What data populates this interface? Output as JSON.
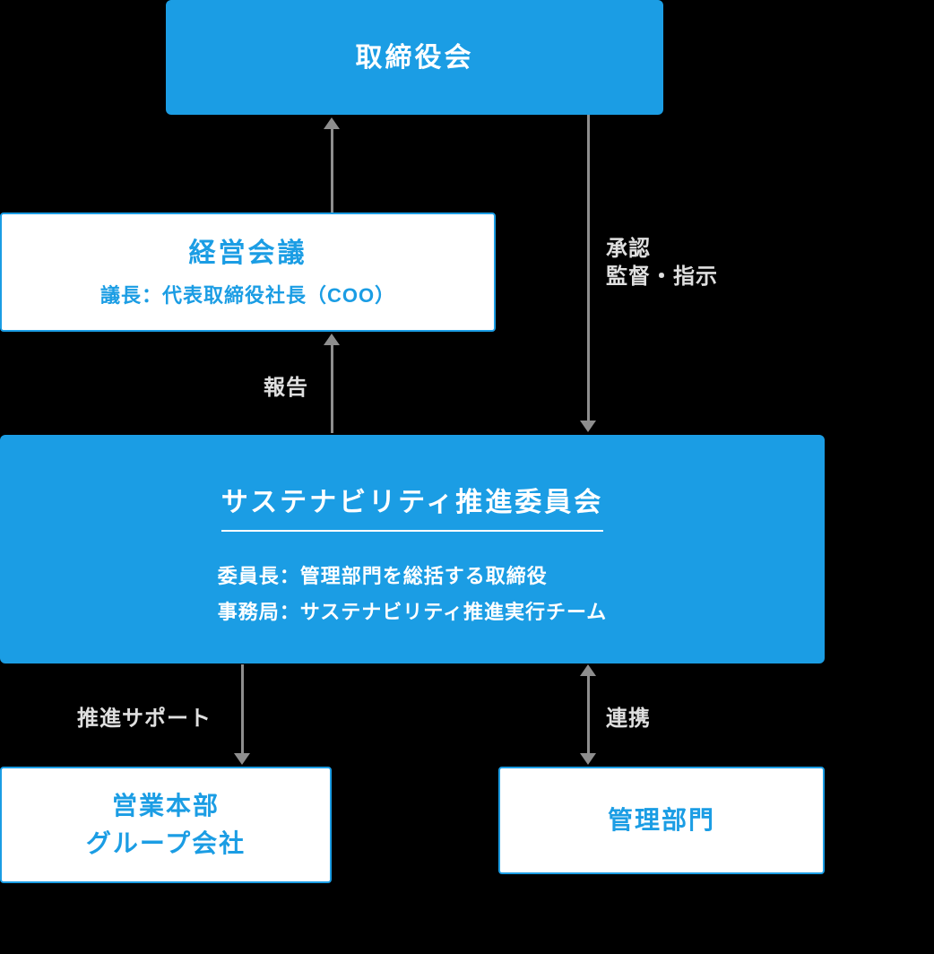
{
  "colors": {
    "background": "#000000",
    "accent_blue": "#1B9DE4",
    "arrow_gray": "#8E8E8E",
    "label_text": "#DFDFDF"
  },
  "nodes": {
    "board": {
      "title": "取締役会"
    },
    "management_meeting": {
      "title": "経営会議",
      "subtitle": "議長：代表取締役社長（COO）"
    },
    "committee": {
      "title": "サステナビリティ推進委員会",
      "chair": "委員長：管理部門を総括する取締役",
      "secretariat": "事務局：サステナビリティ推進実行チーム"
    },
    "sales": {
      "line1": "営業本部",
      "line2": "グループ会社"
    },
    "admin": {
      "title": "管理部門"
    }
  },
  "edge_labels": {
    "approval_line1": "承認",
    "approval_line2": "監督・指示",
    "report": "報告",
    "support": "推進サポート",
    "cooperation": "連携"
  }
}
